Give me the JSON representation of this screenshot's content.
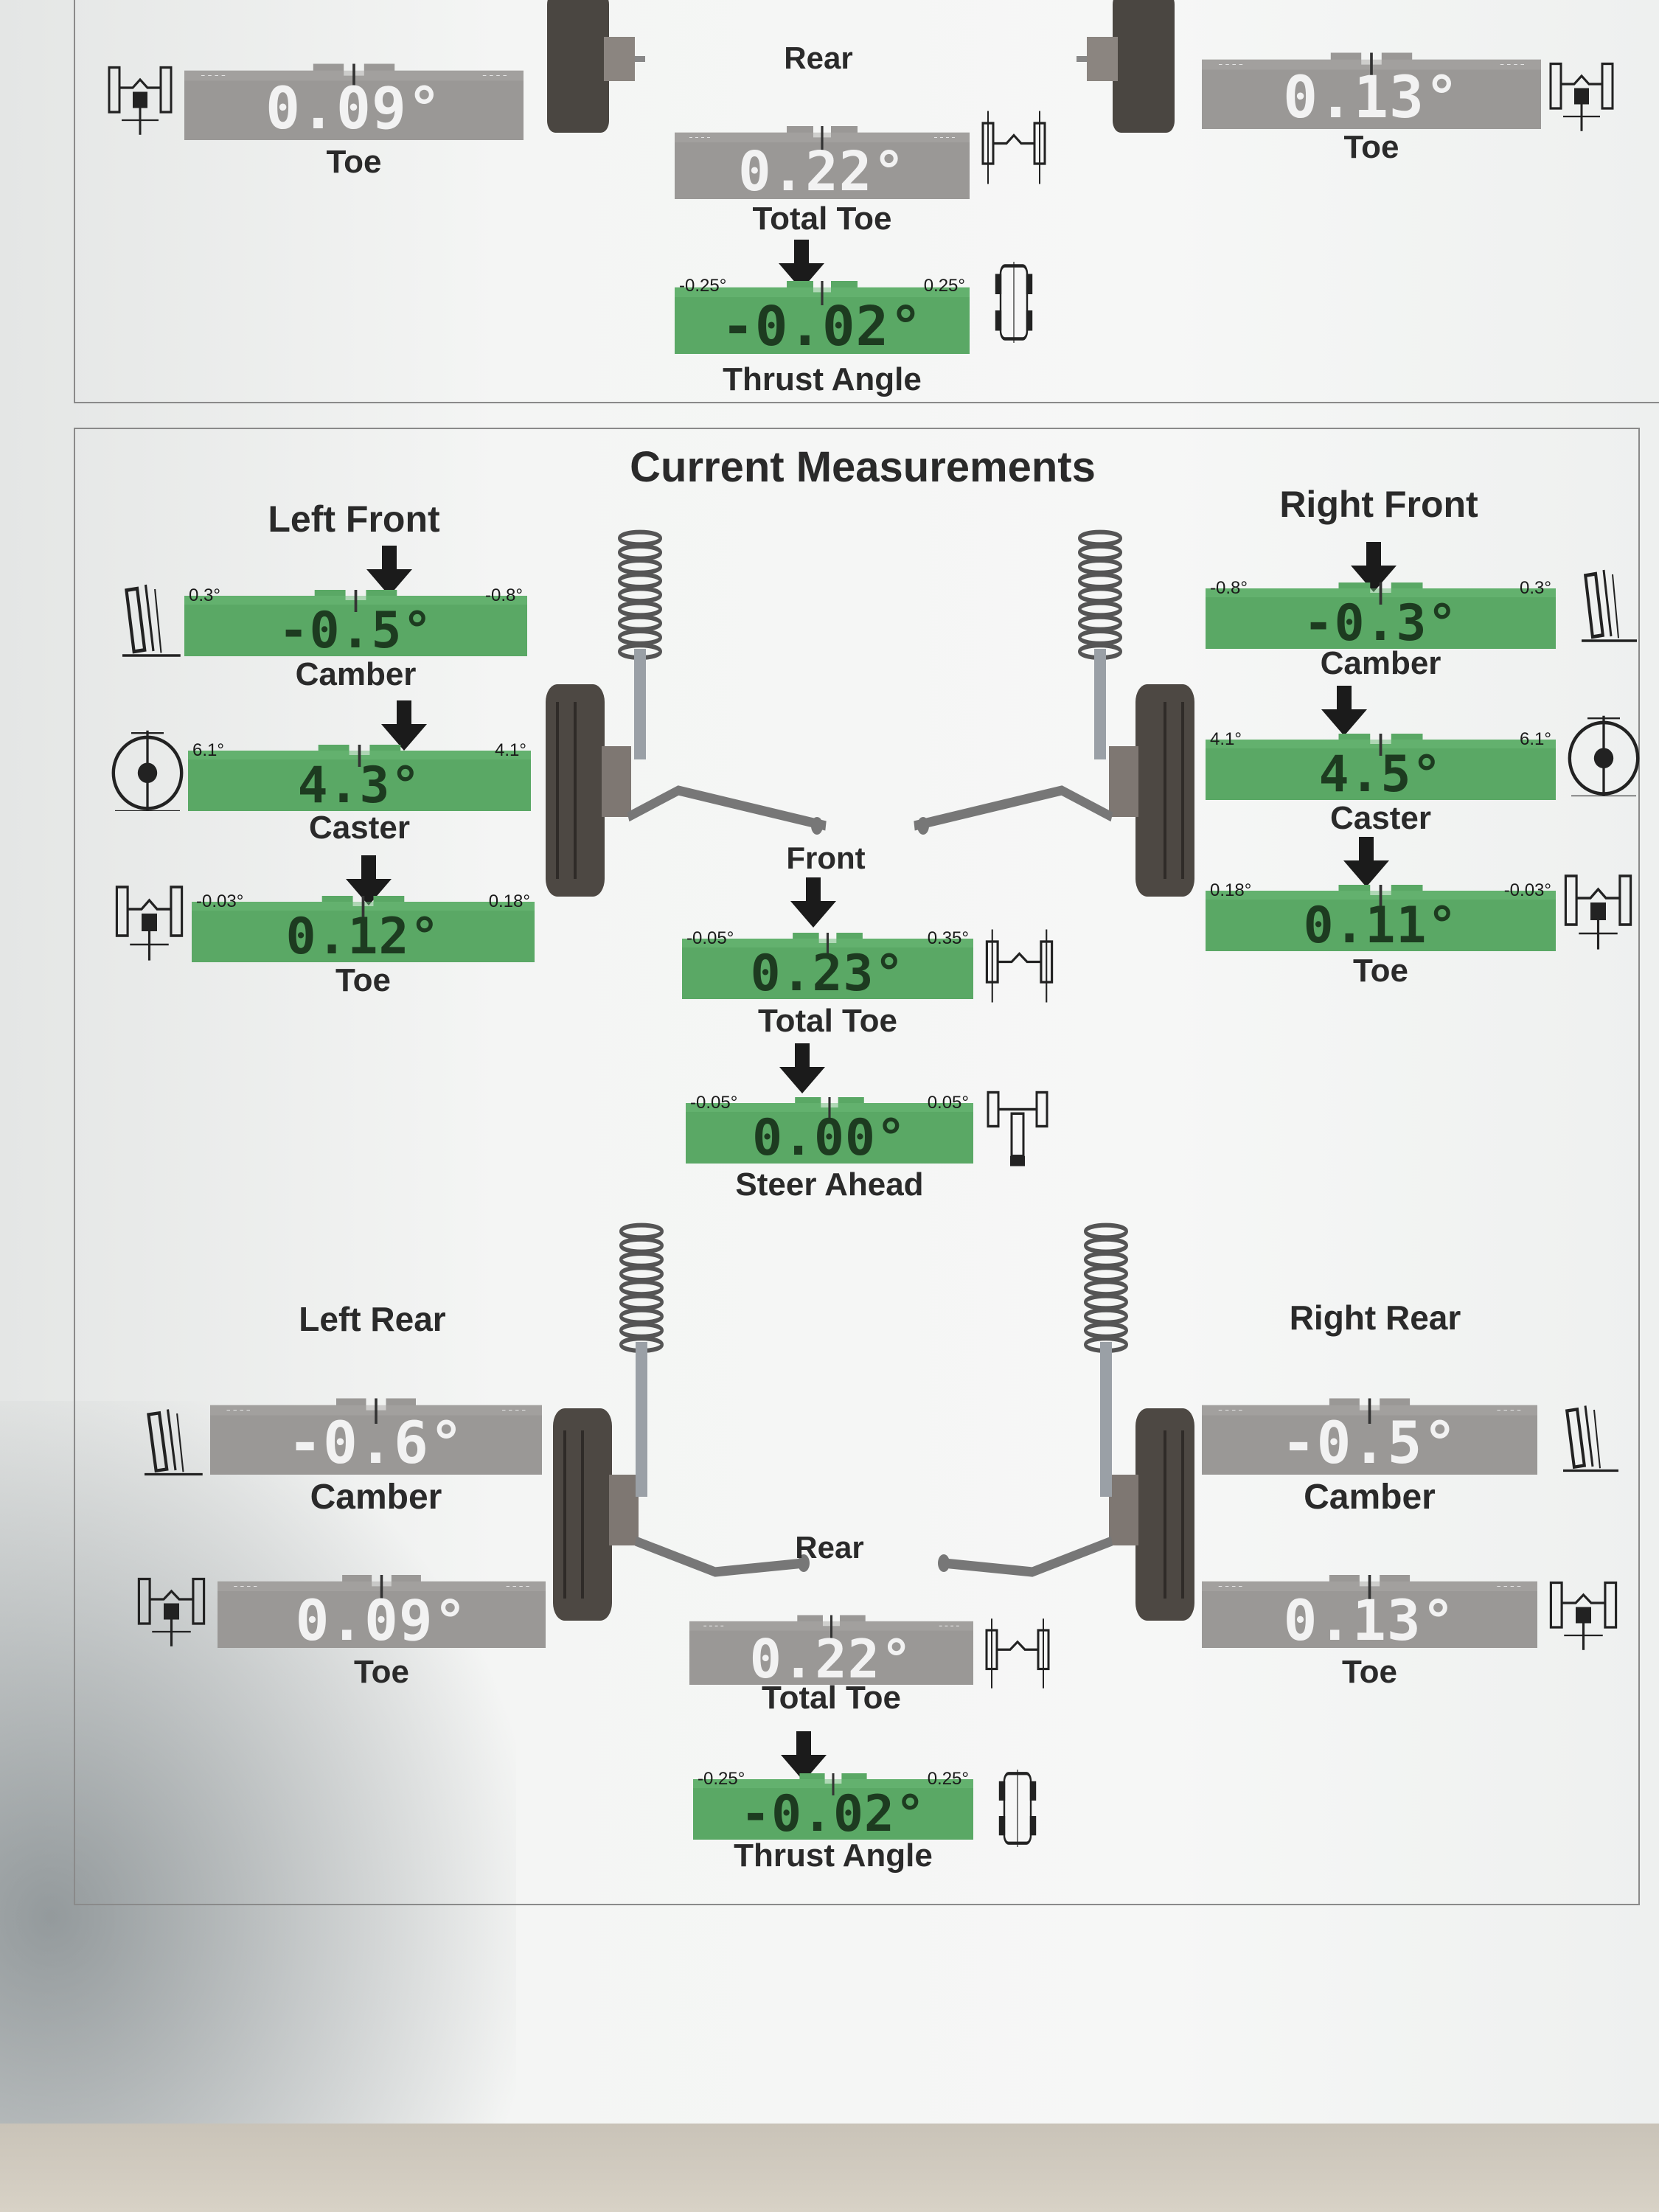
{
  "top_section": {
    "rear_label": "Rear",
    "left_toe": {
      "value": "0.09°",
      "label": "Toe"
    },
    "right_toe": {
      "value": "0.13°",
      "label": "Toe"
    },
    "total_toe": {
      "value": "0.22°",
      "label": "Total Toe"
    },
    "thrust": {
      "value": "-0.02°",
      "label": "Thrust Angle",
      "min": "-0.25°",
      "max": "0.25°"
    }
  },
  "title": "Current Measurements",
  "front": {
    "label": "Front",
    "left_title": "Left Front",
    "right_title": "Right Front",
    "left_camber": {
      "value": "-0.5°",
      "label": "Camber",
      "min": "0.3°",
      "max": "-0.8°"
    },
    "left_caster": {
      "value": "4.3°",
      "label": "Caster",
      "min": "6.1°",
      "max": "4.1°"
    },
    "left_toe": {
      "value": "0.12°",
      "label": "Toe",
      "min": "-0.03°",
      "max": "0.18°"
    },
    "right_camber": {
      "value": "-0.3°",
      "label": "Camber",
      "min": "-0.8°",
      "max": "0.3°"
    },
    "right_caster": {
      "value": "4.5°",
      "label": "Caster",
      "min": "4.1°",
      "max": "6.1°"
    },
    "right_toe": {
      "value": "0.11°",
      "label": "Toe",
      "min": "0.18°",
      "max": "-0.03°"
    },
    "total_toe": {
      "value": "0.23°",
      "label": "Total Toe",
      "min": "-0.05°",
      "max": "0.35°"
    },
    "steer_ahead": {
      "value": "0.00°",
      "label": "Steer Ahead",
      "min": "-0.05°",
      "max": "0.05°"
    }
  },
  "rear": {
    "label": "Rear",
    "left_title": "Left Rear",
    "right_title": "Right Rear",
    "left_camber": {
      "value": "-0.6°",
      "label": "Camber"
    },
    "left_toe": {
      "value": "0.09°",
      "label": "Toe"
    },
    "right_camber": {
      "value": "-0.5°",
      "label": "Camber"
    },
    "right_toe": {
      "value": "0.13°",
      "label": "Toe"
    },
    "total_toe": {
      "value": "0.22°",
      "label": "Total Toe"
    },
    "thrust": {
      "value": "-0.02°",
      "label": "Thrust Angle",
      "min": "-0.25°",
      "max": "0.25°"
    }
  },
  "colors": {
    "in_spec": "#5aa865",
    "no_spec": "#9a9896",
    "text": "#2a2a2a"
  },
  "icons": [
    "camber-icon",
    "caster-icon",
    "toe-icon",
    "total-toe-icon",
    "steer-ahead-icon",
    "thrust-angle-icon",
    "front-suspension-icon",
    "rear-suspension-icon"
  ]
}
